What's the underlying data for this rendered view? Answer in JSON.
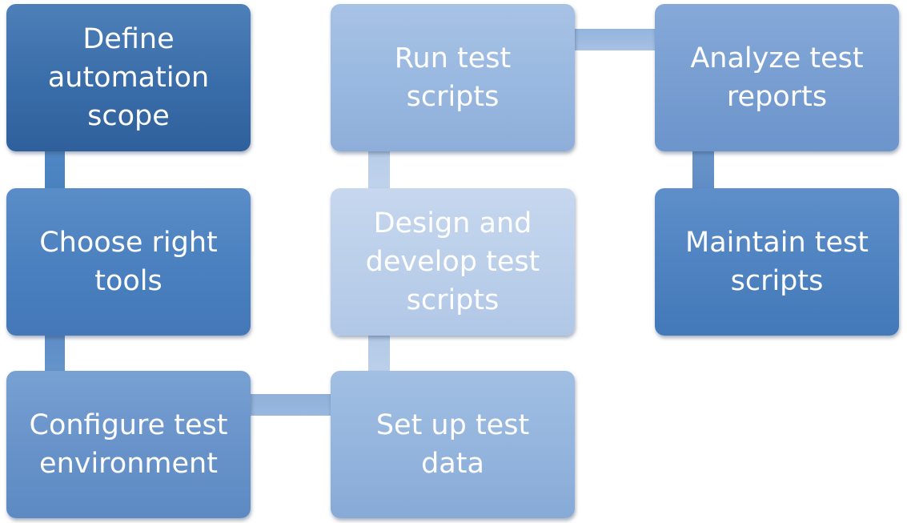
{
  "diagram": {
    "steps": [
      {
        "label": "Define\nautomation\nscope"
      },
      {
        "label": "Choose right\ntools"
      },
      {
        "label": "Configure test\nenvironment"
      },
      {
        "label": "Set up test\ndata"
      },
      {
        "label": "Design and\ndevelop test\nscripts"
      },
      {
        "label": "Run test\nscripts"
      },
      {
        "label": "Analyze test\nreports"
      },
      {
        "label": "Maintain test\nscripts"
      }
    ]
  }
}
